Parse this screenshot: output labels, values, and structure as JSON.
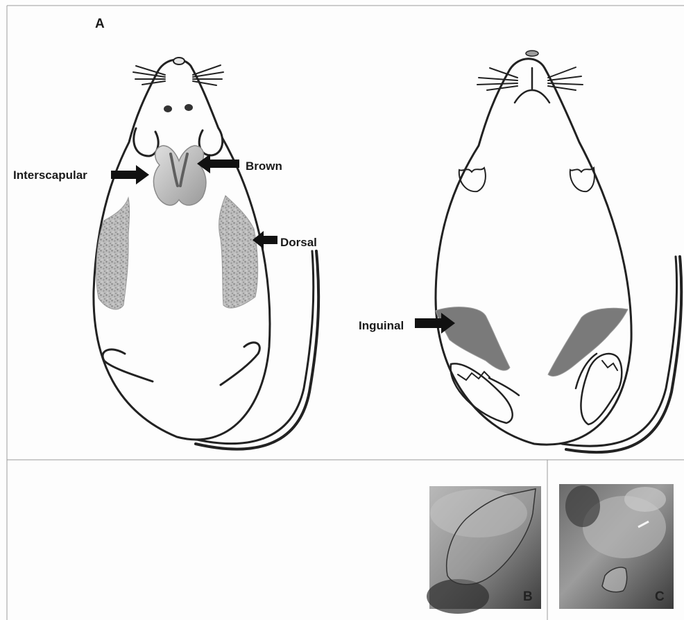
{
  "panel_a": {
    "letter": "A",
    "labels": {
      "interscapular": "Interscapular",
      "brown": "Brown",
      "dorsal": "Dorsal",
      "inguinal": "Inguinal"
    }
  },
  "panel_b": {
    "letter": "B"
  },
  "panel_c": {
    "letter": "C"
  },
  "colors": {
    "outline": "#222222",
    "brown_fat": "#b8b8b8",
    "dorsal_fat": "#a9a9a9",
    "inguinal_fat": "#7a7a7a"
  }
}
